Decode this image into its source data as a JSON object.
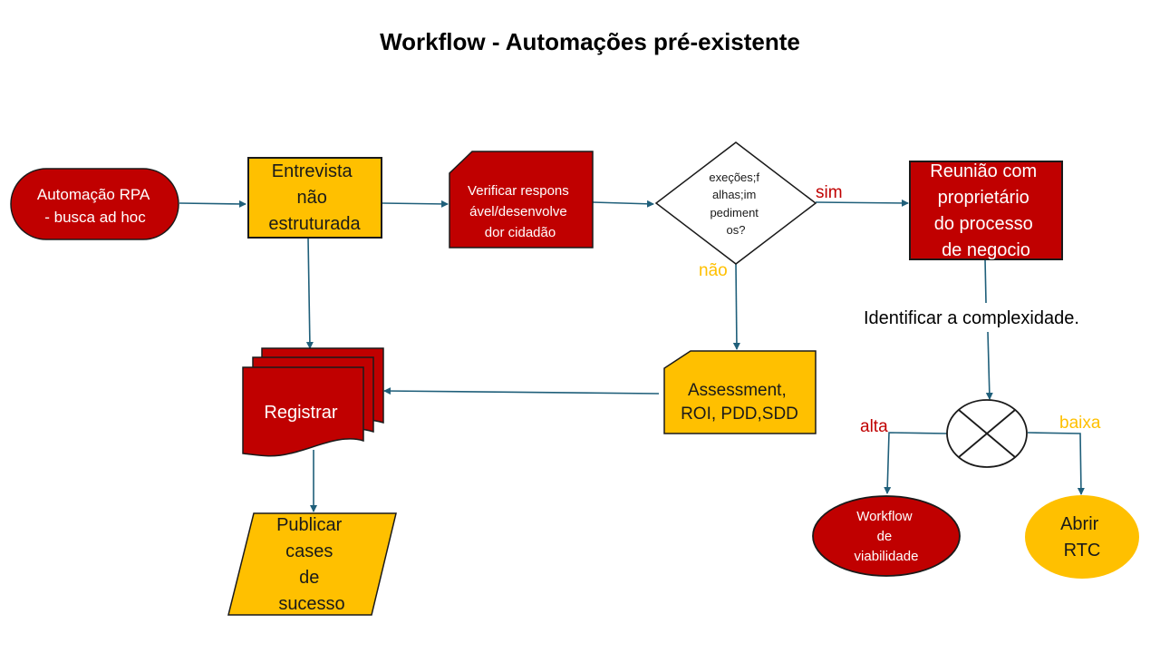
{
  "title": "Workflow - Automações pré-existente",
  "colors": {
    "red": "#c00000",
    "yellow": "#ffc000",
    "arrow": "#1f5f7a",
    "red_text": "#c00000",
    "yellow_text": "#ffc000"
  },
  "nodes": {
    "start": {
      "lines": [
        "Automação RPA",
        "- busca ad hoc"
      ]
    },
    "entrevista": {
      "lines": [
        "Entrevista",
        "não",
        "estruturada"
      ]
    },
    "verificar": {
      "lines": [
        "Verificar respons",
        "ável/desenvolve",
        "dor cidadão"
      ]
    },
    "decision": {
      "lines": [
        "exeções;f",
        "alhas;im",
        "pediment",
        "os?"
      ]
    },
    "reuniao": {
      "lines": [
        "Reunião com",
        "proprietário",
        "do processo",
        "de negocio"
      ]
    },
    "assessment": {
      "lines": [
        "Assessment,",
        "ROI, PDD,SDD"
      ]
    },
    "registrar": {
      "lines": [
        "Registrar"
      ]
    },
    "publicar": {
      "lines": [
        "Publicar",
        "cases",
        "de",
        "sucesso"
      ]
    },
    "workflow_viab": {
      "lines": [
        "Workflow",
        "de",
        "viabilidade"
      ]
    },
    "abrir_rtc": {
      "lines": [
        "Abrir",
        "RTC"
      ]
    },
    "or_junction": {
      "icon": "summing-junction-icon"
    }
  },
  "labels": {
    "sim": "sim",
    "nao": "não",
    "identificar": "Identificar a complexidade.",
    "alta": "alta",
    "baixa": "baixa"
  }
}
